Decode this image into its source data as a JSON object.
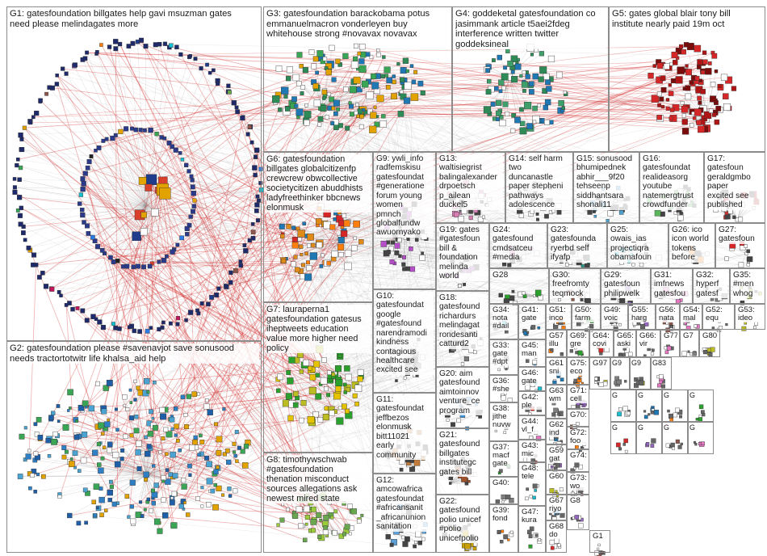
{
  "groups": [
    {
      "id": "g1",
      "label": "G1: gatesfoundation billgates help gavi msuzman gates\nneed please melindagates more",
      "color": "#1f2a6b"
    },
    {
      "id": "g2",
      "label": "G2: gatesfoundation please #savenavjot save sonusood\nneeds tractortotwitr life khalsa_aid help",
      "color": "#2f7fc4"
    },
    {
      "id": "g3",
      "label": "G3: gatesfoundation barackobama potus\nemmanuelmacron vonderleyen buy\nwhitehouse strong #novavax novavax",
      "color": "#2e8b57"
    },
    {
      "id": "g4",
      "label": "G4: goddeketal gatesfoundation co\njasimmank article t5aei2fdeg\ninterference written twitter\ngoddeksineal",
      "color": "#3f9f6a"
    },
    {
      "id": "g5",
      "label": "G5: gates global blair tony bill\ninstitute nearly paid 19m oct",
      "color": "#b01515"
    },
    {
      "id": "g6",
      "label": "G6: gatesfoundation\nbillgates globalcitizenfp\ncrewcrew obwcollective\nsocietycitizen abuddhists\nladyfreethinker bbcnews\nelonmusk",
      "color": "#e08a1a"
    },
    {
      "id": "g7",
      "label": "G7: lauraperna1\ngatesfoundation gatesus\niheptweets education\nvalue more higher need\npolicy",
      "color": "#e6c300"
    },
    {
      "id": "g8",
      "label": "G8: timothywschwab\n#gatesfoundation\nthenation misconduct\nsources allegations ask\nnewest mired state",
      "color": "#9ccc3c"
    },
    {
      "id": "g9",
      "label": "G9: ywli_info\nradfemskisu\ngatesfoundat\n#generatione\nforum young\nwomen\npmnch\nglobalfundw\nawuornyako",
      "color": "#b44fc7"
    },
    {
      "id": "g10",
      "label": "G10:\ngatesfoundat\ngoogle\n#gatesfound\nnarendramodi\nkindness\ncontagious\nhealthcare\nexcited see",
      "color": "#8a8a8a"
    },
    {
      "id": "g11",
      "label": "G11:\ngatesfoundat\njeffbezos\nelonmusk\nbitt11021\nearly\ncommunity",
      "color": "#c07a3a"
    },
    {
      "id": "g12",
      "label": "G12:\namcowafrica\ngatesfoundat\n#africansanit\n_africanunion\nsanitation",
      "color": "#5e9fd6"
    },
    {
      "id": "g13",
      "label": "G13:\nwaltisiegrist\nbalingalexander\ndrpoetsch\np_ailean\nduckel5",
      "color": "#d77fb3"
    },
    {
      "id": "g14",
      "label": "G14: self harm\ntwo\nduncanastle\npaper stepheni\npathways\nadolescence",
      "color": "#6f6f6f"
    },
    {
      "id": "g15",
      "label": "G15: sonusood\nbhumipednek\nabhir___9f20\ntehseenp\nsiddhantsara\nshonali11",
      "color": "#4aa3d1"
    },
    {
      "id": "g16",
      "label": "G16:\ngatesfoundat\nrealideasorg\nyoutube\nnatemergtrust\ncrowdfunder",
      "color": "#5bb55b"
    },
    {
      "id": "g17",
      "label": "G17:\ngatesfoun\ngeraldgmbo\npaper\nexcited see\npublished",
      "color": "#cc3333"
    },
    {
      "id": "g19",
      "label": "G19: gates\n#gatesfoun\nbill & \nfoundation\nmelinda\nworld",
      "color": "#9b59b6"
    },
    {
      "id": "g18",
      "label": "G18:\ngatesfound\nrichardurs\nmelindagat\nrondesanti\ncatturd2",
      "color": "#7a7a7a"
    },
    {
      "id": "g20",
      "label": "G20: aim\ngatesfound\naimtoinnov\nventure_ce\nprogram",
      "color": "#3d8fd1"
    },
    {
      "id": "g21",
      "label": "G21:\ngatesfound\nbillgates\ninstitutegc\ngates bill",
      "color": "#a0522d"
    },
    {
      "id": "g22",
      "label": "G22:\ngatesfound\npolio unicef\n#polio\nunicefpolio",
      "color": "#c8a000"
    },
    {
      "id": "g23",
      "label": "G23:\ngatesfounda\nryerbd self\nifyafp",
      "color": "#1f9e89"
    },
    {
      "id": "g24",
      "label": "G24:\ngatesfound\ncmdsatceu\n#media",
      "color": "#e377c2"
    },
    {
      "id": "g25",
      "label": "G25:\nowais_ias\nprojectiqra\nobamafoun",
      "color": "#17becf"
    },
    {
      "id": "g26",
      "label": "G26: ico\nicon world\ntokens\nbefore",
      "color": "#ff7f0e"
    },
    {
      "id": "g27",
      "label": "G27:\ngatesfoun",
      "color": "#d62728"
    },
    {
      "id": "g28",
      "label": "G28",
      "color": "#2ca02c"
    },
    {
      "id": "g29",
      "label": "G29:\ngatesfoun\nphilipwelk",
      "color": "#9467bd"
    },
    {
      "id": "g30",
      "label": "G30:\nfreefromty\nteqmock",
      "color": "#8c564b"
    },
    {
      "id": "g31",
      "label": "G31:\nimfnews\ngatesfou",
      "color": "#e377c2"
    },
    {
      "id": "g32",
      "label": "G32:\nhyperf\ngatesf",
      "color": "#7f7f7f"
    },
    {
      "id": "g35",
      "label": "G35:\n#men\nwhog",
      "color": "#bcbd22"
    },
    {
      "id": "g34",
      "label": "G34:\nnota\n#dail",
      "color": "#17becf"
    },
    {
      "id": "g41",
      "label": "G41:\ngate",
      "color": "#1f77b4"
    },
    {
      "id": "g51",
      "label": "G51:\ninco",
      "color": "#ff7f0e"
    },
    {
      "id": "g50",
      "label": "G50:\nfarm",
      "color": "#2ca02c"
    },
    {
      "id": "g49",
      "label": "G49:\nvoic",
      "color": "#d62728"
    },
    {
      "id": "g55",
      "label": "G55:\nharg",
      "color": "#9467bd"
    },
    {
      "id": "g56",
      "label": "G56:\nnata",
      "color": "#8c564b"
    },
    {
      "id": "g54",
      "label": "G54:\nmal",
      "color": "#e377c2"
    },
    {
      "id": "g52",
      "label": "G52:\nequ",
      "color": "#7f7f7f"
    },
    {
      "id": "g53",
      "label": "G53:\nideo",
      "color": "#bcbd22"
    },
    {
      "id": "g33",
      "label": "G33:\ngate\n#dpt",
      "color": "#17becf"
    },
    {
      "id": "g45",
      "label": "G45:\nman",
      "color": "#1f77b4"
    },
    {
      "id": "g57",
      "label": "G57:\nillu",
      "color": "#ff7f0e"
    },
    {
      "id": "g69",
      "label": "G69:\ngre",
      "color": "#2ca02c"
    },
    {
      "id": "g64",
      "label": "G64:\ncovi",
      "color": "#d62728"
    },
    {
      "id": "g65",
      "label": "G65:\naski",
      "color": "#9467bd"
    },
    {
      "id": "g66",
      "label": "G66:\nvir",
      "color": "#8c564b"
    },
    {
      "id": "g77",
      "label": "G77",
      "color": "#e377c2"
    },
    {
      "id": "g7b",
      "label": "G7",
      "color": "#7f7f7f"
    },
    {
      "id": "g80",
      "label": "G80",
      "color": "#bcbd22"
    },
    {
      "id": "g46",
      "label": "G46:\ngate",
      "color": "#17becf"
    },
    {
      "id": "g61",
      "label": "G61:\nsni",
      "color": "#1f77b4"
    },
    {
      "id": "g75",
      "label": "G75:\neco",
      "color": "#ff7f0e"
    },
    {
      "id": "g36",
      "label": "G36:\n#she",
      "color": "#2ca02c"
    },
    {
      "id": "g42",
      "label": "G42:\nple",
      "color": "#d62728"
    },
    {
      "id": "g71",
      "label": "G71:\ncell",
      "color": "#9467bd"
    },
    {
      "id": "g70",
      "label": "G70:",
      "color": "#8c564b"
    },
    {
      "id": "g44",
      "label": "G44:\nvl_f",
      "color": "#e377c2"
    },
    {
      "id": "g63",
      "label": "G63:\nwm",
      "color": "#7f7f7f"
    },
    {
      "id": "g97",
      "label": "G97",
      "color": "#bcbd22"
    },
    {
      "id": "g38",
      "label": "G38:\njithe\nnuvw",
      "color": "#17becf"
    },
    {
      "id": "g62",
      "label": "G62:\nind",
      "color": "#1f77b4"
    },
    {
      "id": "g72",
      "label": "G72:\nfoo",
      "color": "#ff7f0e"
    },
    {
      "id": "g37",
      "label": "G37:\nmacf\ngate",
      "color": "#2ca02c"
    },
    {
      "id": "g43",
      "label": "G43:\nmic",
      "color": "#d62728"
    },
    {
      "id": "g59",
      "label": "G59:\ngat",
      "color": "#9467bd"
    },
    {
      "id": "g74",
      "label": "G74:",
      "color": "#8c564b"
    },
    {
      "id": "g73",
      "label": "G73:\nwo",
      "color": "#e377c2"
    },
    {
      "id": "g40",
      "label": "G40:",
      "color": "#7f7f7f"
    },
    {
      "id": "g60",
      "label": "G60",
      "color": "#bcbd22"
    },
    {
      "id": "g48",
      "label": "G48:\ntele",
      "color": "#17becf"
    },
    {
      "id": "g67",
      "label": "G67:\nriyo",
      "color": "#1f77b4"
    },
    {
      "id": "g39",
      "label": "G39:\nfond",
      "color": "#ff7f0e"
    },
    {
      "id": "g47",
      "label": "G47:\nkura",
      "color": "#2ca02c"
    },
    {
      "id": "g68",
      "label": "G68:\ndo",
      "color": "#d62728"
    },
    {
      "id": "g8b",
      "label": "G8",
      "color": "#9467bd"
    },
    {
      "id": "g1b",
      "label": "G1",
      "color": "#8c564b"
    },
    {
      "id": "g83",
      "label": "G83",
      "color": "#e377c2"
    },
    {
      "id": "g9b",
      "label": "G9",
      "color": "#7f7f7f"
    },
    {
      "id": "g9c",
      "label": "G9",
      "color": "#bcbd22"
    },
    {
      "id": "gmisc1",
      "label": "G",
      "color": "#17becf"
    },
    {
      "id": "gmisc2",
      "label": "G",
      "color": "#1f77b4"
    },
    {
      "id": "gmisc3",
      "label": "G",
      "color": "#ff7f0e"
    },
    {
      "id": "gmisc4",
      "label": "G",
      "color": "#2ca02c"
    },
    {
      "id": "gmisc5",
      "label": "G",
      "color": "#d62728"
    },
    {
      "id": "gmisc6",
      "label": "G",
      "color": "#9467bd"
    },
    {
      "id": "gmisc7",
      "label": "G",
      "color": "#8c564b"
    },
    {
      "id": "gmisc8",
      "label": "G",
      "color": "#e377c2"
    }
  ]
}
